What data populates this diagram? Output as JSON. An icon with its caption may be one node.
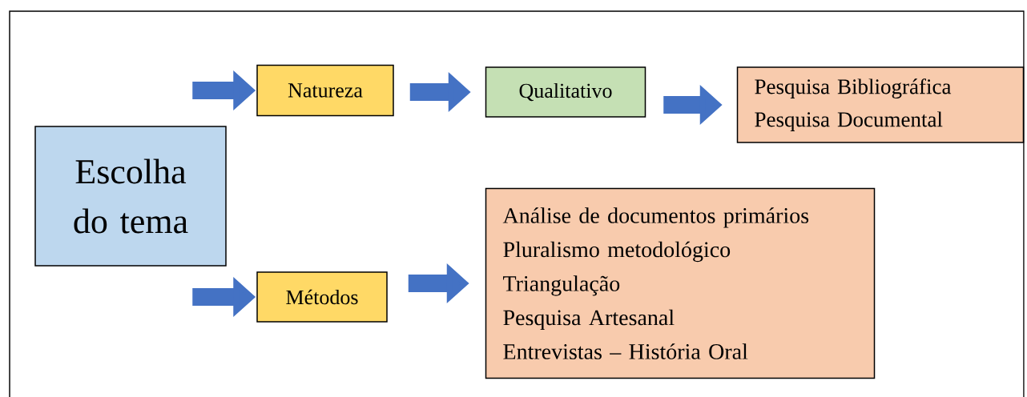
{
  "diagram": {
    "nodes": [
      {
        "text": [
          "Escolha do tema"
        ]
      },
      {
        "text": [
          "Natureza"
        ]
      },
      {
        "text": [
          "Qualitativo"
        ]
      },
      {
        "text": [
          "Pesquisa Bibliográfica",
          "Pesquisa Documental"
        ]
      },
      {
        "text": [
          "Métodos"
        ]
      },
      {
        "text": [
          "Análise de documentos primários",
          "Pluralismo metodológico",
          "Triangulação",
          "Pesquisa Artesanal",
          "Entrevistas – História Oral"
        ]
      }
    ],
    "edges": [
      {
        "from": null,
        "to": 1,
        "arrow": "to"
      },
      {
        "from": 1,
        "to": 2,
        "arrow": "to"
      },
      {
        "from": 2,
        "to": 3,
        "arrow": "to"
      },
      {
        "from": null,
        "to": 4,
        "arrow": "to"
      },
      {
        "from": 4,
        "to": 5,
        "arrow": "to"
      }
    ]
  }
}
